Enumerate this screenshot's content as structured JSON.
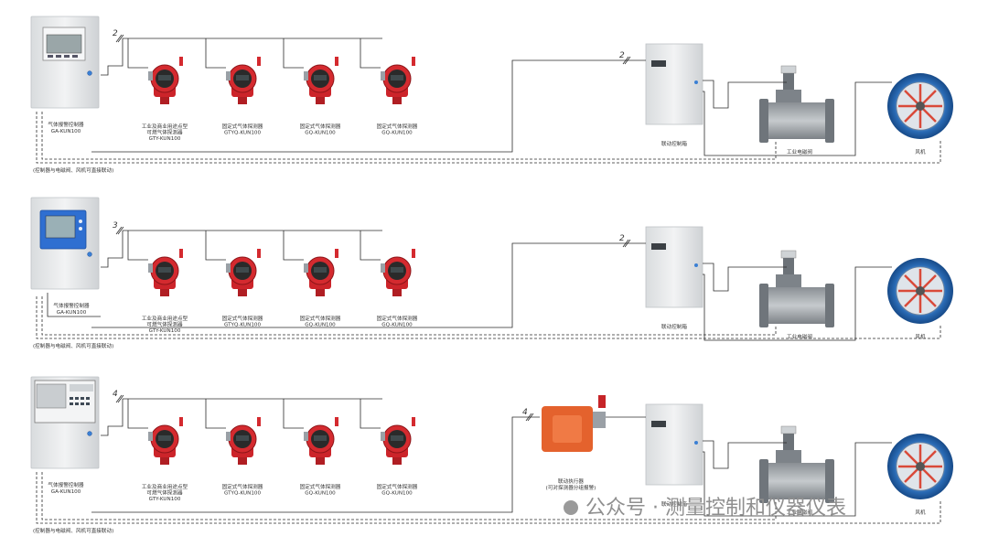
{
  "rows": [
    {
      "id": "row1",
      "controller_type": "grey",
      "controller": {
        "name": "气体报警控制器",
        "model": "GA-KUN100"
      },
      "bus_count": "2",
      "detectors": [
        {
          "lines": [
            "工业及商业用途点型",
            "可燃气体探测器",
            "GTY-KUN100"
          ]
        },
        {
          "lines": [
            "固定式气体探测器",
            "GTYQ-KUN100"
          ]
        },
        {
          "lines": [
            "固定式气体探测器",
            "GQ-KUN100"
          ]
        },
        {
          "lines": [
            "固定式气体探测器",
            "GQ-KUN100"
          ]
        }
      ],
      "linkage": {
        "name": "联动控制箱",
        "count": "2"
      },
      "valve": "工业电磁阀",
      "fan": "风机",
      "note": "(控制器与电磁阀、风机可直接联动)"
    },
    {
      "id": "row2",
      "controller_type": "blue",
      "controller": {
        "name": "气体报警控制器",
        "model": "GA-KUN100"
      },
      "bus_count": "3",
      "detectors": [
        {
          "lines": [
            "工业及商业用途点型",
            "可燃气体探测器",
            "GTY-KUN100"
          ]
        },
        {
          "lines": [
            "固定式气体探测器",
            "GTYQ-KUN100"
          ]
        },
        {
          "lines": [
            "固定式气体探测器",
            "GQ-KUN100"
          ]
        },
        {
          "lines": [
            "固定式气体探测器",
            "GQ-KUN100"
          ]
        }
      ],
      "linkage": {
        "name": "联动控制箱",
        "count": "2"
      },
      "valve": "工业电磁阀",
      "fan": "风机",
      "note": "(控制器与电磁阀、风机可直接联动)"
    },
    {
      "id": "row3",
      "controller_type": "panel",
      "controller": {
        "name": "气体报警控制器",
        "model": "GA-KUN100"
      },
      "bus_count": "4",
      "detectors": [
        {
          "lines": [
            "工业及商业用途点型",
            "可燃气体探测器",
            "GTY-KUN100"
          ]
        },
        {
          "lines": [
            "固定式气体探测器",
            "GTYQ-KUN100"
          ]
        },
        {
          "lines": [
            "固定式气体探测器",
            "GQ-KUN100"
          ]
        },
        {
          "lines": [
            "固定式气体探测器",
            "GQ-KUN100"
          ]
        }
      ],
      "actuator": {
        "name": "联动执行器",
        "sub": "(可对探测器分组报警)",
        "count": "4"
      },
      "linkage": {
        "name": "联动控制箱"
      },
      "valve": "工业电磁阀",
      "fan": "风机",
      "note": "(控制器与电磁阀、风机可直接联动)"
    }
  ],
  "watermark": "公众号 · 测量控制和仪器仪表",
  "colors": {
    "detector_red": "#d42a2f",
    "cabinet_grey": "#e4e6e8",
    "fan_blue": "#1f5fa8",
    "actuator_orange": "#e4622d"
  }
}
